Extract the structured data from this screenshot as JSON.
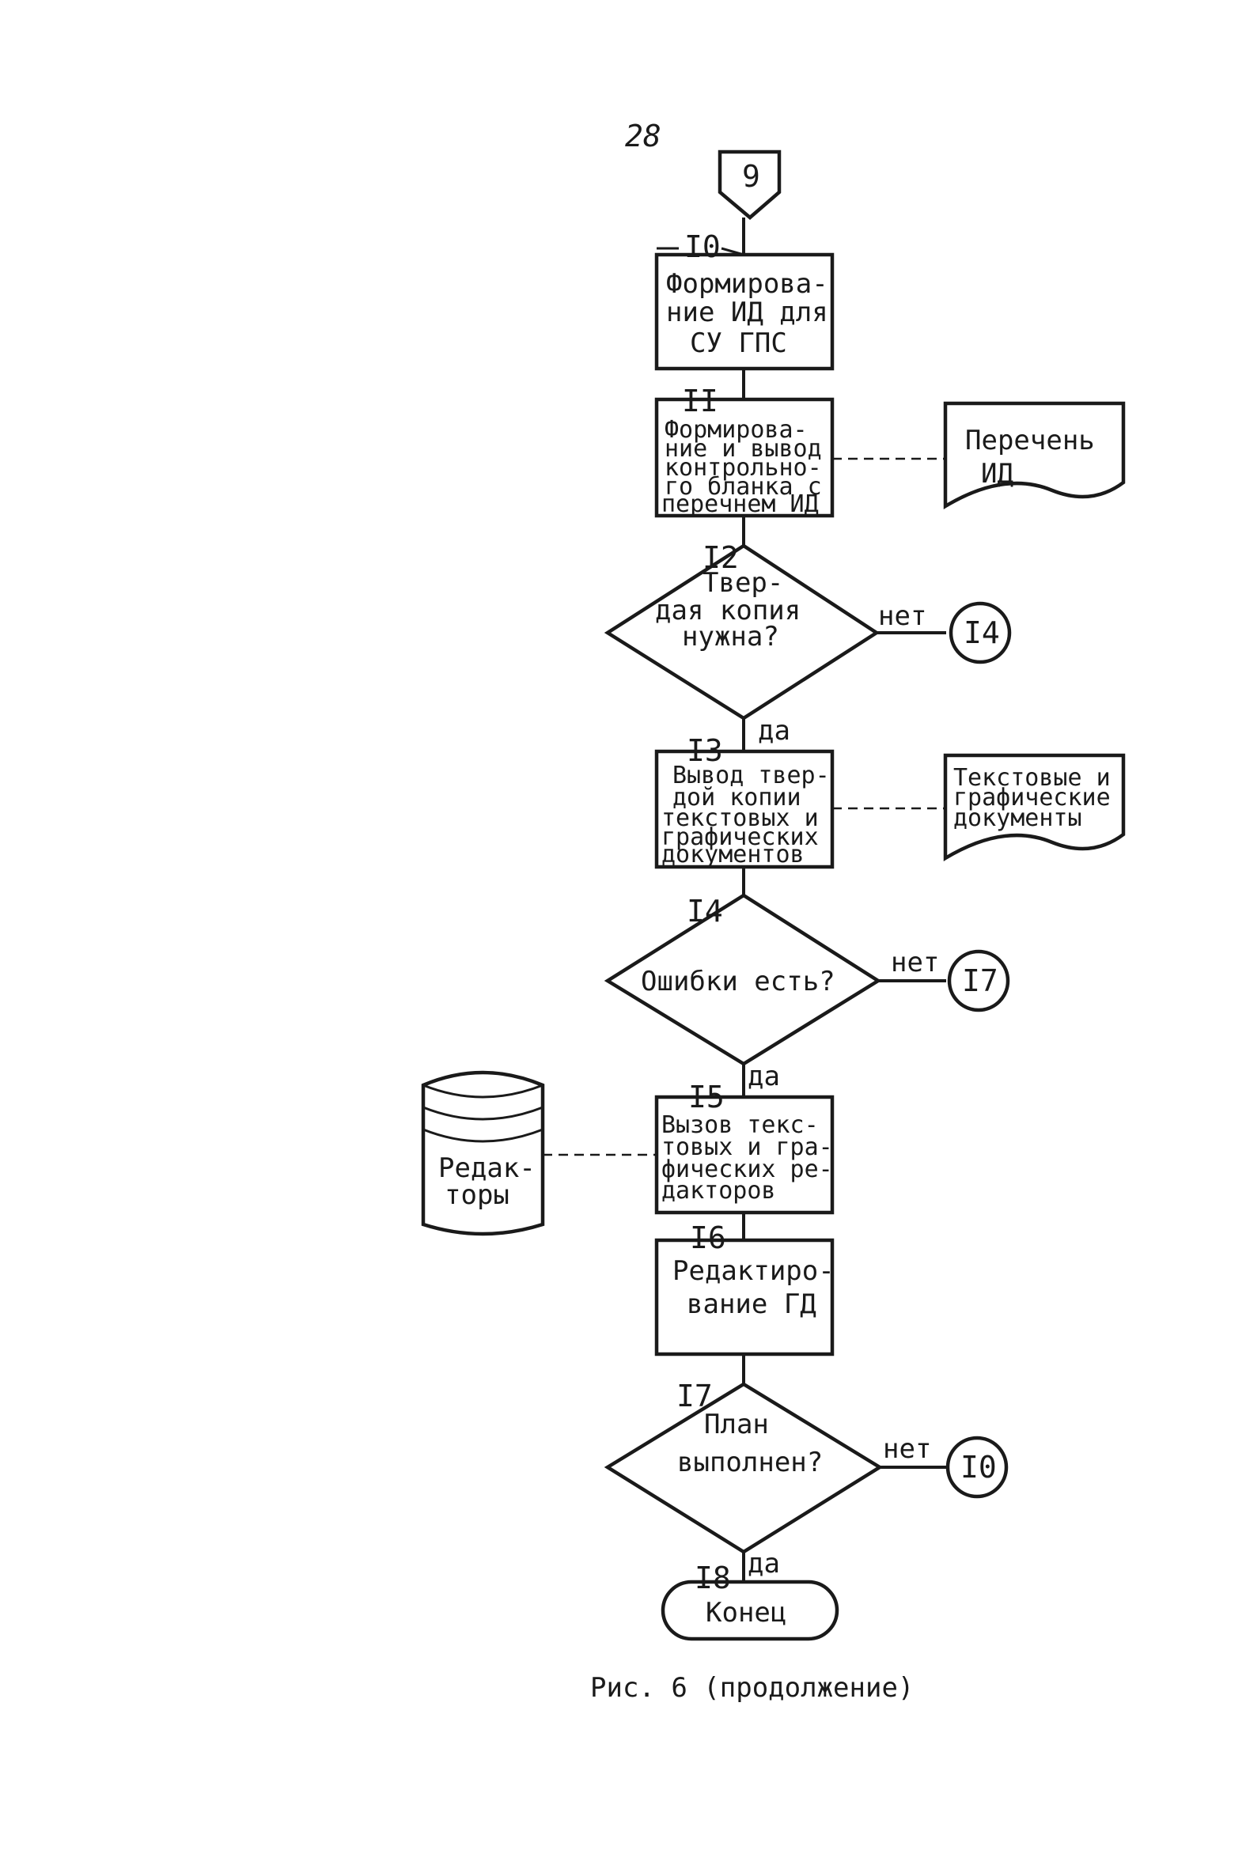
{
  "page_number": "28",
  "caption": "Рис. 6 (продолжение)",
  "entry_connector": "9",
  "blocks": {
    "b10": {
      "number": "I0",
      "lines": [
        "Формирова-",
        "ние ИД для",
        "СУ ГПС"
      ]
    },
    "b11": {
      "number": "II",
      "lines": [
        "Формирова-",
        "ние и вывод",
        "контрольно-",
        "го бланка с",
        "перечнем ИД"
      ]
    },
    "b12": {
      "number": "I2",
      "lines": [
        "Твер-",
        "дая копия",
        "нужна?"
      ]
    },
    "b13": {
      "number": "I3",
      "lines": [
        "Вывод твер-",
        "дой копии",
        "текстовых и",
        "графических",
        "документов"
      ]
    },
    "b14": {
      "number": "I4",
      "lines": [
        "Ошибки есть?"
      ]
    },
    "b15": {
      "number": "I5",
      "lines": [
        "Вызов текс-",
        "товых и гра-",
        "фических ре-",
        "дакторов"
      ]
    },
    "b16": {
      "number": "I6",
      "lines": [
        "Редактиро-",
        "вание ГД"
      ]
    },
    "b17": {
      "number": "I7",
      "lines": [
        "План",
        "выполнен?"
      ]
    },
    "b18": {
      "number": "I8",
      "lines": [
        "Конец"
      ]
    }
  },
  "documents": {
    "list_id": [
      "Перечень",
      "ИД"
    ],
    "text_graphic_docs": [
      "Текстовые и",
      "графические",
      "документы"
    ]
  },
  "storage": {
    "editors": [
      "Редак-",
      "торы"
    ]
  },
  "connectors": {
    "c14": "I4",
    "c17": "I7",
    "c10": "I0"
  },
  "branch_labels": {
    "b12_no": "нет",
    "b12_yes": "да",
    "b14_no": "нет",
    "b14_yes": "да",
    "b17_no": "нет",
    "b17_yes": "да"
  }
}
